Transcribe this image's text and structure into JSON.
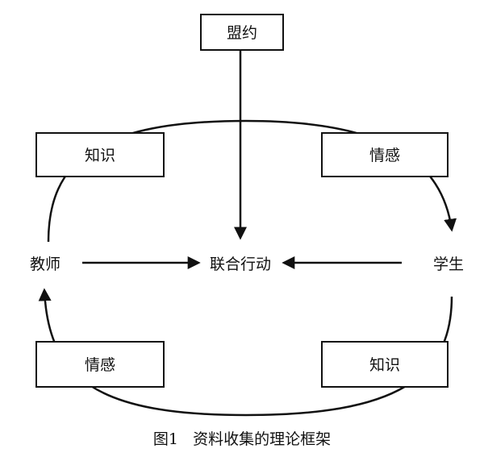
{
  "nodes": {
    "alliance": "盟约",
    "top_left_knowledge": "知识",
    "top_right_emotion": "情感",
    "bottom_left_emotion": "情感",
    "bottom_right_knowledge": "知识",
    "teacher": "教师",
    "student": "学生",
    "joint_action": "联合行动"
  },
  "caption": {
    "label": "图1",
    "title": "资料收集的理论框架"
  },
  "colors": {
    "stroke": "#111111",
    "background": "#ffffff"
  }
}
